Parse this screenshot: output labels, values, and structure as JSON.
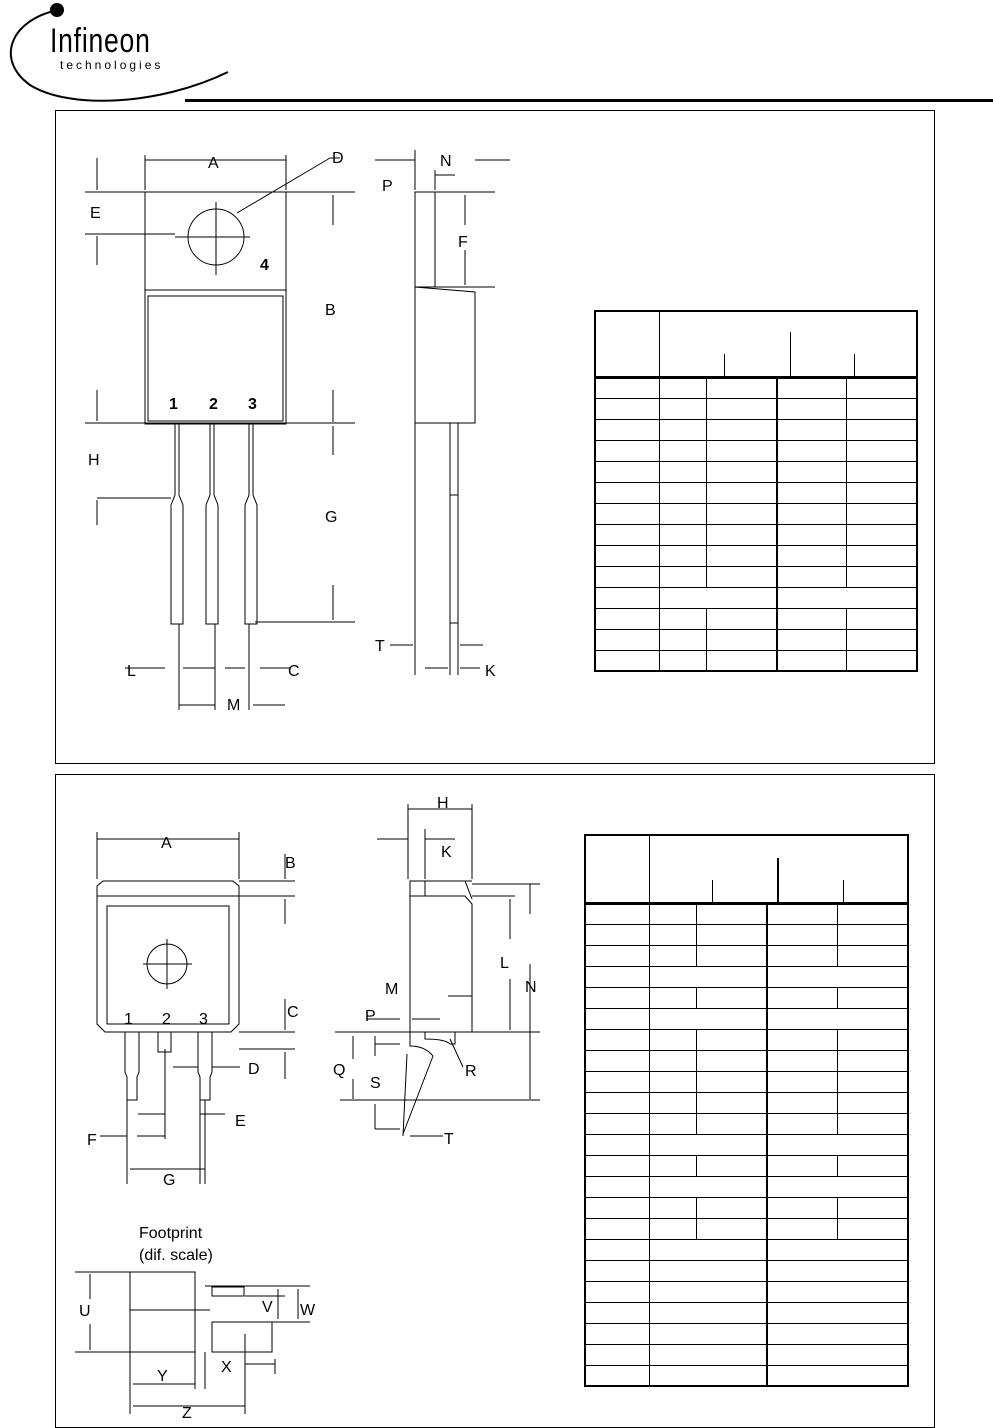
{
  "header": {
    "logo_text": "Infineon",
    "logo_subtext": "technologies"
  },
  "package1": {
    "front_labels": {
      "A": "A",
      "B": "B",
      "C": "C",
      "D": "D",
      "E": "E",
      "G": "G",
      "H": "H",
      "L": "L",
      "M": "M",
      "pin_tab": "4",
      "pin1": "1",
      "pin2": "2",
      "pin3": "3"
    },
    "side_labels": {
      "N": "N",
      "P": "P",
      "F": "F",
      "T": "T",
      "K": "K"
    },
    "table": {
      "rows": 14
    }
  },
  "package2": {
    "front_labels": {
      "A": "A",
      "B": "B",
      "C": "C",
      "D": "D",
      "E": "E",
      "F": "F",
      "G": "G",
      "pin1": "1",
      "pin2": "2",
      "pin3": "3"
    },
    "side_labels": {
      "H": "H",
      "K": "K",
      "L": "L",
      "N": "N",
      "M": "M",
      "P": "P",
      "Q": "Q",
      "R": "R",
      "S": "S",
      "T": "T"
    },
    "footprint": {
      "title": "Footprint",
      "subtitle": "(dif. scale)",
      "U": "U",
      "V": "V",
      "W": "W",
      "X": "X",
      "Y": "Y",
      "Z": "Z"
    },
    "table": {
      "rows": 23
    }
  }
}
